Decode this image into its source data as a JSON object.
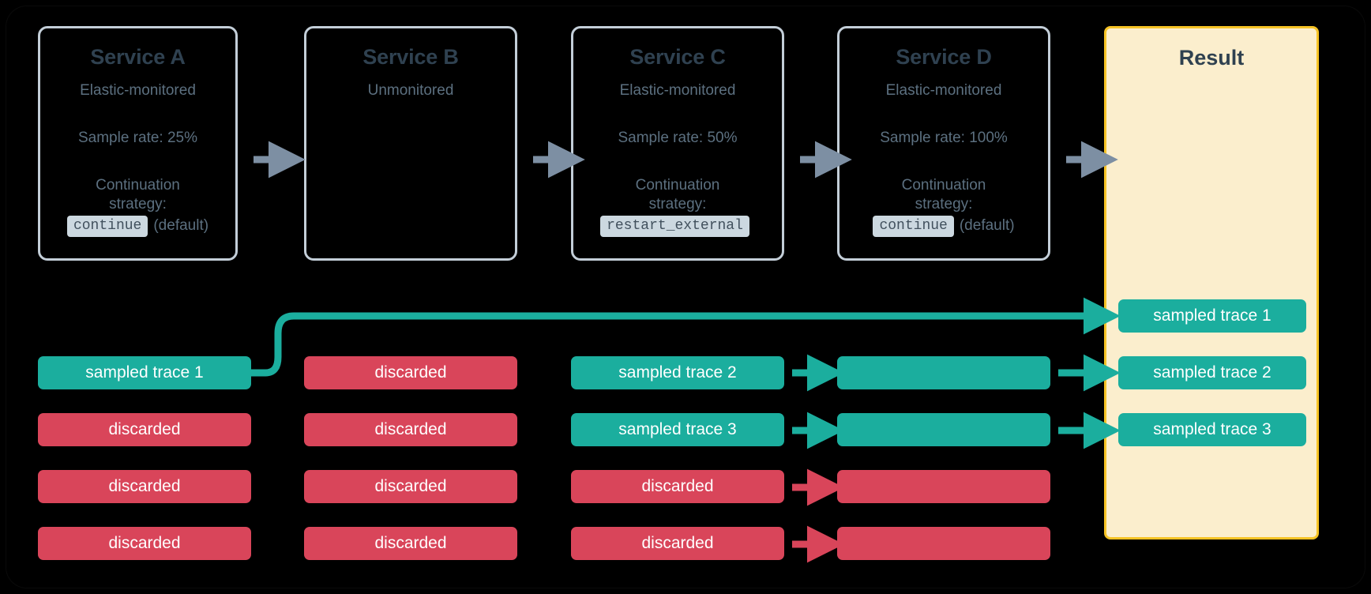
{
  "colors": {
    "background": "#000000",
    "service_border": "#c3ced8",
    "service_title": "#2f4150",
    "service_text": "#5c7080",
    "code_chip_bg": "#ccd8e0",
    "code_chip_text": "#41505d",
    "sampled": "#1bae9e",
    "discarded": "#d9455a",
    "result_bg": "#fbeecd",
    "result_border": "#f6c325",
    "gray_arrow": "#7d8fa3"
  },
  "services": [
    {
      "title": "Service A",
      "monitoring": "Elastic-monitored",
      "sample_rate": "Sample rate: 25%",
      "strategy_label_line1": "Continuation",
      "strategy_label_line2": "strategy:",
      "strategy_value": "continue",
      "strategy_note": "(default)"
    },
    {
      "title": "Service B",
      "monitoring": "Unmonitored",
      "sample_rate": "",
      "strategy_label_line1": "",
      "strategy_label_line2": "",
      "strategy_value": "",
      "strategy_note": ""
    },
    {
      "title": "Service C",
      "monitoring": "Elastic-monitored",
      "sample_rate": "Sample rate: 50%",
      "strategy_label_line1": "Continuation",
      "strategy_label_line2": "strategy:",
      "strategy_value": "restart_external",
      "strategy_note": ""
    },
    {
      "title": "Service D",
      "monitoring": "Elastic-monitored",
      "sample_rate": "Sample rate: 100%",
      "strategy_label_line1": "Continuation",
      "strategy_label_line2": "strategy:",
      "strategy_value": "continue",
      "strategy_note": "(default)"
    }
  ],
  "result": {
    "title": "Result",
    "traces": [
      {
        "label": "sampled trace 1",
        "state": "sampled"
      },
      {
        "label": "sampled trace 2",
        "state": "sampled"
      },
      {
        "label": "sampled trace 3",
        "state": "sampled"
      }
    ]
  },
  "columns": {
    "service_a": [
      {
        "label": "sampled trace 1",
        "state": "sampled"
      },
      {
        "label": "discarded",
        "state": "discarded"
      },
      {
        "label": "discarded",
        "state": "discarded"
      },
      {
        "label": "discarded",
        "state": "discarded"
      }
    ],
    "service_b": [
      {
        "label": "discarded",
        "state": "discarded"
      },
      {
        "label": "discarded",
        "state": "discarded"
      },
      {
        "label": "discarded",
        "state": "discarded"
      },
      {
        "label": "discarded",
        "state": "discarded"
      }
    ],
    "service_c": [
      {
        "label": "sampled trace 2",
        "state": "sampled"
      },
      {
        "label": "sampled trace 3",
        "state": "sampled"
      },
      {
        "label": "discarded",
        "state": "discarded"
      },
      {
        "label": "discarded",
        "state": "discarded"
      }
    ],
    "service_d": [
      {
        "label": "",
        "state": "sampled"
      },
      {
        "label": "",
        "state": "sampled"
      },
      {
        "label": "",
        "state": "discarded"
      },
      {
        "label": "",
        "state": "discarded"
      }
    ]
  }
}
